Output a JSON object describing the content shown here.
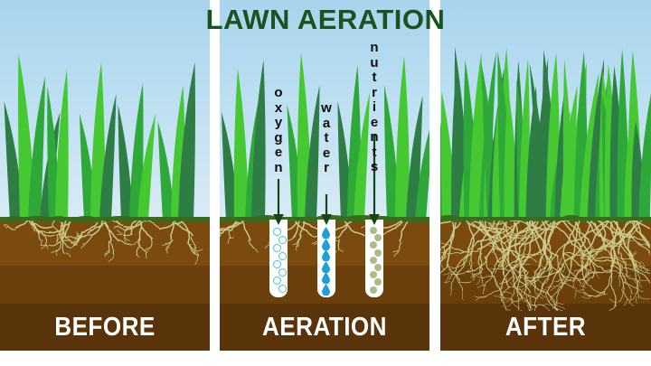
{
  "title": "LAWN AERATION",
  "title_color": "#1a5220",
  "panels": [
    {
      "id": "before",
      "caption": "BEFORE"
    },
    {
      "id": "aeration",
      "caption": "AERATION"
    },
    {
      "id": "after",
      "caption": "AFTER"
    }
  ],
  "aeration_labels": [
    {
      "id": "oxygen",
      "text": "oxygen",
      "letters": [
        "o",
        "x",
        "y",
        "g",
        "e",
        "n"
      ]
    },
    {
      "id": "water",
      "text": "water",
      "letters": [
        "w",
        "a",
        "t",
        "e",
        "r"
      ]
    },
    {
      "id": "nutrients",
      "text": "nutrients",
      "letters": [
        "n",
        "u",
        "t",
        "r",
        "i",
        "e",
        "n",
        "t",
        "s"
      ]
    }
  ],
  "holes": [
    {
      "id": "oxygen-hole",
      "particle": "bubble-outline",
      "count": 8,
      "color": "#49bde4"
    },
    {
      "id": "water-hole",
      "particle": "water-droplet",
      "count": 6,
      "color": "#1f9fd8"
    },
    {
      "id": "nutrients-hole",
      "particle": "nutrient-pellet",
      "count": 9,
      "color": "#a9bd86"
    }
  ],
  "colors": {
    "sky_top": "#a8d4ee",
    "sky_bottom": "#d9ebf6",
    "grass_light": "#45c832",
    "grass_mid": "#2fa83a",
    "grass_dark": "#2d7d45",
    "soil_top": "#7a4a0f",
    "soil_mid": "#6b3f0c",
    "soil_bottom": "#59330a",
    "grass_line": "#3d6b1e",
    "root": "#c9c98a",
    "arrow": "#17421a",
    "caption_text": "#ffffff"
  },
  "root_density": {
    "before": "sparse",
    "after": "dense"
  },
  "grass_density": {
    "before": "sparse",
    "after": "dense"
  }
}
